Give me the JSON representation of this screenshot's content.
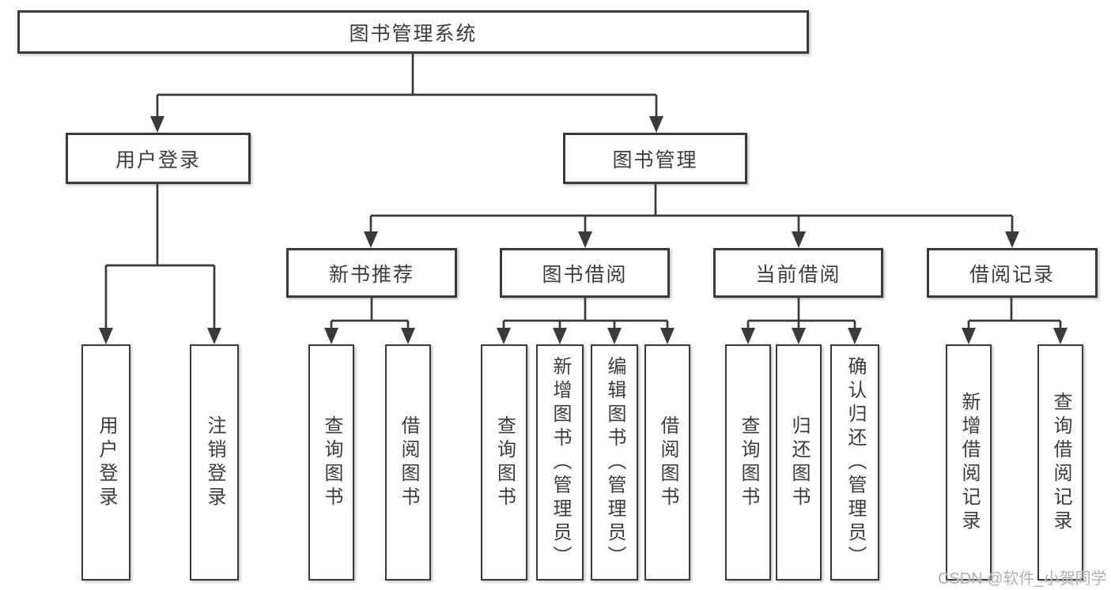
{
  "diagram": {
    "root": {
      "label": "图书管理系统"
    },
    "branches": [
      {
        "label": "用户登录",
        "leaves": [
          "用户登录",
          "注销登录"
        ]
      },
      {
        "label": "图书管理",
        "children": [
          {
            "label": "新书推荐",
            "leaves": [
              "查询图书",
              "借阅图书"
            ]
          },
          {
            "label": "图书借阅",
            "leaves": [
              "查询图书",
              "新增图书（管理员）",
              "编辑图书（管理员）",
              "借阅图书"
            ]
          },
          {
            "label": "当前借阅",
            "leaves": [
              "查询图书",
              "归还图书",
              "确认归还（管理员）"
            ]
          },
          {
            "label": "借阅记录",
            "leaves": [
              "新增借阅记录",
              "查询借阅记录"
            ]
          }
        ]
      }
    ]
  },
  "watermark": "CSDN @软件_小贺同学",
  "colors": {
    "line": "#3a3a3a",
    "text": "#3c3c3c",
    "watermark": "#b0b0b0",
    "background": "#ffffff"
  }
}
